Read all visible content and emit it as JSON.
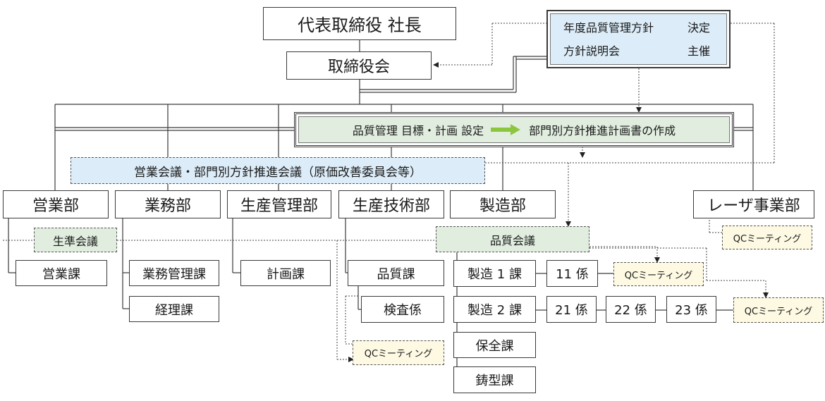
{
  "org": {
    "president": "代表取締役 社長",
    "board": "取締役会",
    "policy": {
      "row1_label": "年度品質管理方針",
      "row1_value": "決定",
      "row2_label": "方針説明会",
      "row2_value": "主催"
    },
    "setting": {
      "left": "品質管理 目標・計画 設定",
      "right": "部門別方針推進計画書の作成",
      "arrow_icon": "right-arrow-icon",
      "arrow_color": "#8cc63f"
    },
    "sales_meeting": "営業会議・部門別方針推進会議（原価改善委員会等）",
    "departments": {
      "sales": "営業部",
      "business": "業務部",
      "production_control": "生産管理部",
      "production_engineering": "生産技術部",
      "manufacturing": "製造部",
      "laser": "レーザ事業部"
    },
    "meetings": {
      "seijun": "生準会議",
      "quality": "品質会議",
      "qc": "QCミーティング"
    },
    "sections": {
      "sales_section": "営業課",
      "business_mgmt": "業務管理課",
      "accounting": "経理課",
      "planning": "計画課",
      "quality_section": "品質課",
      "inspection": "検査係",
      "mfg1": "製造 1 課",
      "mfg2": "製造 2 課",
      "maintenance": "保全課",
      "casting": "鋳型課",
      "g11": "11 係",
      "g21": "21 係",
      "g22": "22 係",
      "g23": "23 係"
    },
    "colors": {
      "blue_fill": "#dcecf8",
      "green_fill": "#e1eedf",
      "yellow_fill": "#fdf9e3",
      "line": "#3a3a3a"
    }
  }
}
